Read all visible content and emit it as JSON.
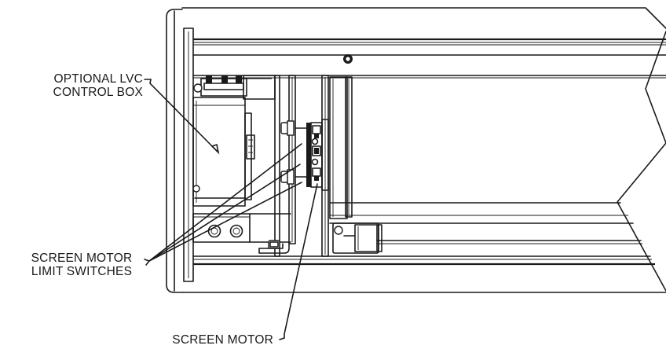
{
  "callouts": {
    "control_box": {
      "lines": [
        "OPTIONAL LVC",
        "CONTROL BOX"
      ]
    },
    "limit_switches": {
      "lines": [
        "SCREEN MOTOR",
        "LIMIT SWITCHES"
      ]
    },
    "motor": {
      "lines": [
        "SCREEN MOTOR"
      ]
    }
  },
  "colors": {
    "ink": "#1a1a1a",
    "paper": "#ffffff"
  }
}
